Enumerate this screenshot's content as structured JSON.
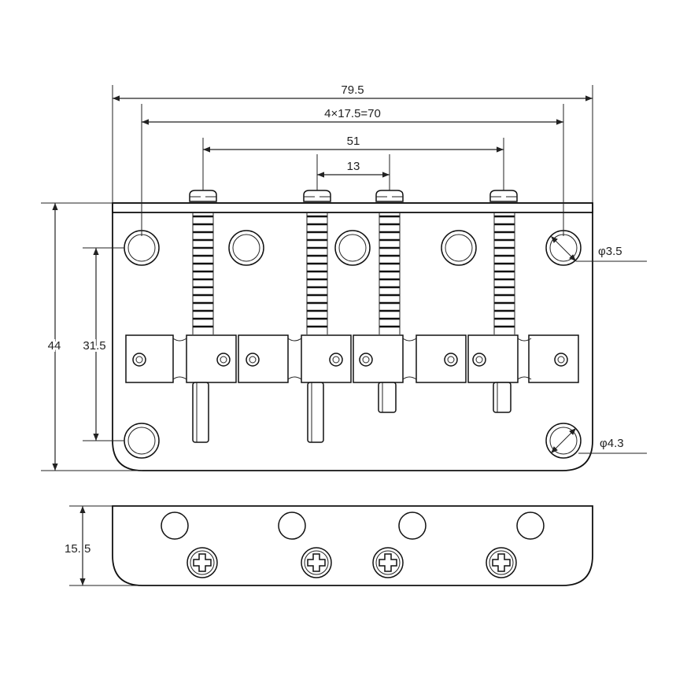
{
  "dimensions": {
    "overall_width": "79.5",
    "mount_spacing": "4×17.5=70",
    "saddle_span": "51",
    "inner_spacing": "13",
    "height": "44",
    "hole_vertical": "31.5",
    "hole_small": "φ3.5",
    "hole_large": "φ4.3",
    "side_height": "15. 5"
  }
}
